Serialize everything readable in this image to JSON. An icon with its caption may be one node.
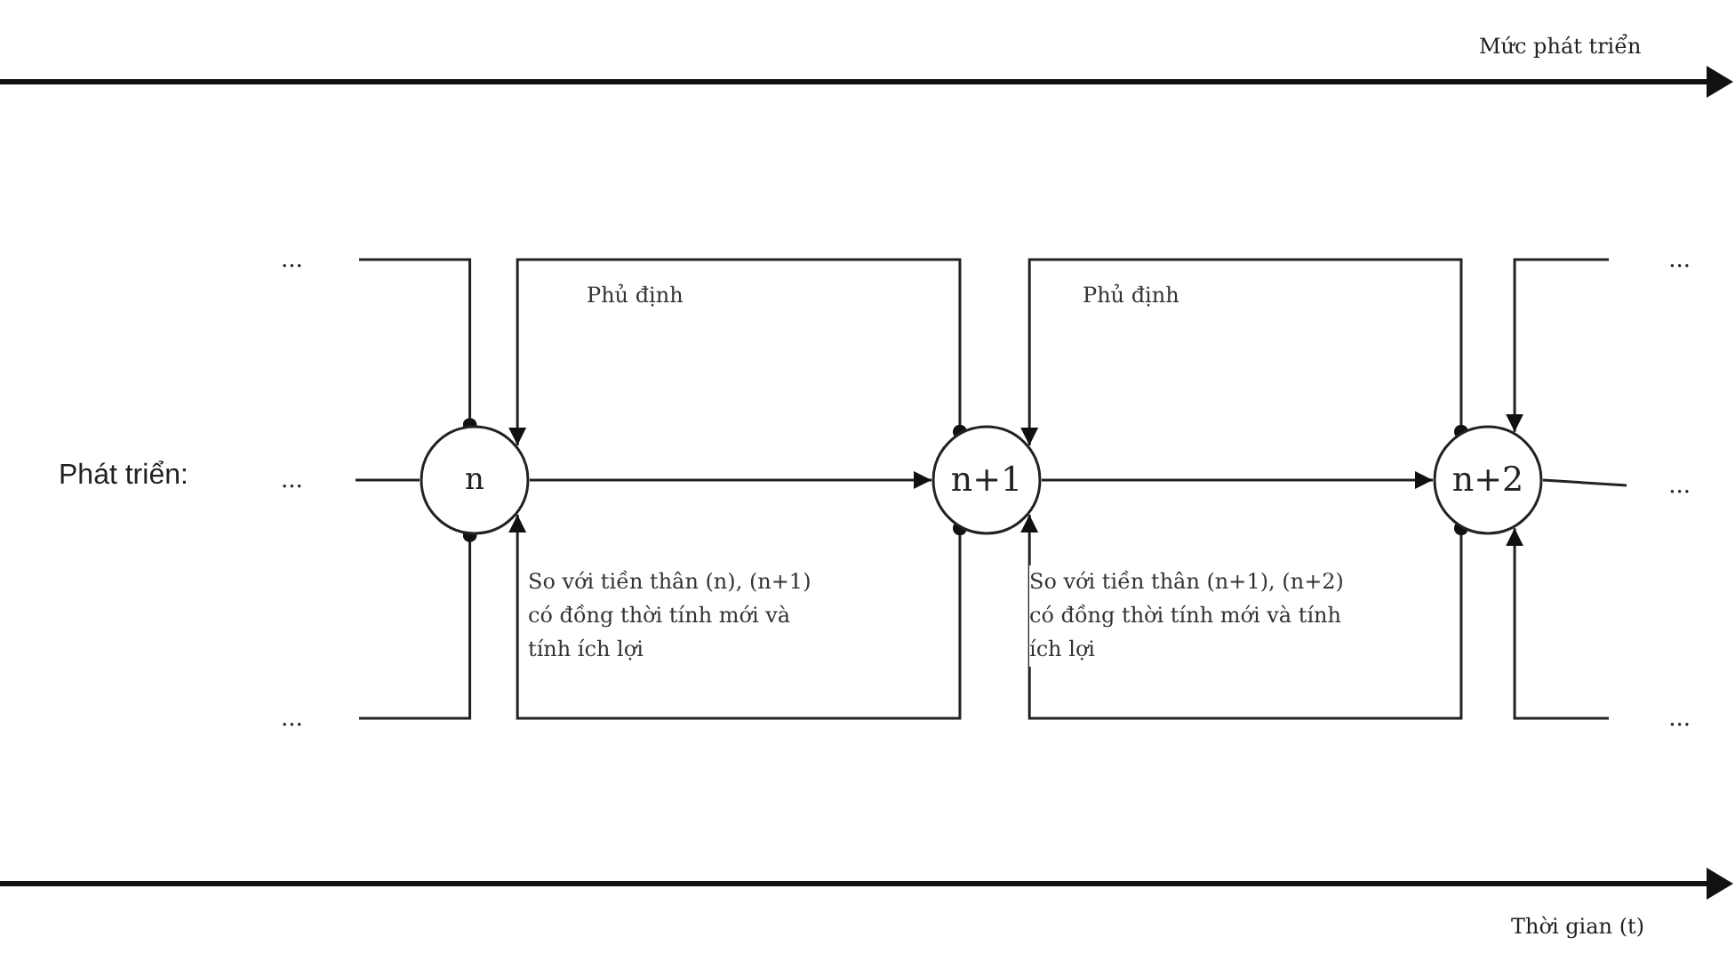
{
  "diagram": {
    "nodes": [
      {
        "text": [
          "..."
        ]
      },
      {
        "text": [
          "..."
        ]
      },
      {
        "text": [
          "..."
        ]
      },
      {
        "text": [
          "n"
        ]
      },
      {
        "text": [
          "n+1"
        ]
      },
      {
        "text": [
          "n+2"
        ]
      },
      {
        "text": [
          "..."
        ]
      },
      {
        "text": [
          "..."
        ]
      },
      {
        "text": [
          "..."
        ]
      }
    ],
    "edges": [
      {
        "from": 3,
        "to": 0,
        "arrow": "other"
      },
      {
        "from": 1,
        "to": 3,
        "arrow": "none"
      },
      {
        "from": 3,
        "to": 2,
        "arrow": "other"
      },
      {
        "from": 4,
        "to": 3,
        "arrow": "to",
        "label": "Phủ định"
      },
      {
        "from": 4,
        "to": 3,
        "arrow": "to",
        "label": "So với tiền thân (n), (n+1) có đồng thời tính mới và tính ích lợi"
      },
      {
        "from": 3,
        "to": 4,
        "arrow": "to"
      },
      {
        "from": 5,
        "to": 4,
        "arrow": "to",
        "label": "Phủ định"
      },
      {
        "from": 5,
        "to": 4,
        "arrow": "to",
        "label": "So với tiền thân (n+1), (n+2) có đồng thời tính mới và tính ích lợi"
      },
      {
        "from": 4,
        "to": 5,
        "arrow": "to"
      },
      {
        "from": 6,
        "to": 5,
        "arrow": "to"
      },
      {
        "from": 5,
        "to": 7,
        "arrow": "none"
      },
      {
        "from": 8,
        "to": 5,
        "arrow": "to"
      }
    ],
    "labels": [
      "Mức phát triển",
      "Phát triển:",
      "Thời gian (t)"
    ]
  }
}
